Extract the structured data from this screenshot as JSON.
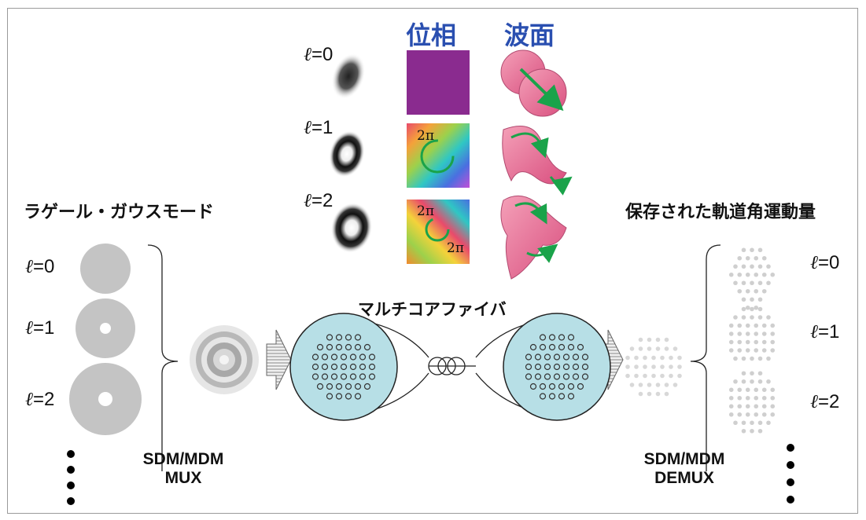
{
  "headers": {
    "phase": "位相",
    "wavefront": "波面"
  },
  "labels": {
    "laguerre_gauss": "ラゲール・ガウスモード",
    "conserved_oam": "保存された軌道角運動量",
    "multicore_fiber": "マルチコアファイバ",
    "mux_line1": "SDM/MDM",
    "mux_line2": "MUX",
    "demux_line1": "SDM/MDM",
    "demux_line2": "DEMUX",
    "two_pi": "2π"
  },
  "top_rows": [
    {
      "ell": "ℓ",
      "value": "=0"
    },
    {
      "ell": "ℓ",
      "value": "=1"
    },
    {
      "ell": "ℓ",
      "value": "=2"
    }
  ],
  "left_modes": [
    {
      "ell": "ℓ",
      "value": "=0"
    },
    {
      "ell": "ℓ",
      "value": "=1"
    },
    {
      "ell": "ℓ",
      "value": "=2"
    }
  ],
  "right_modes": [
    {
      "ell": "ℓ",
      "value": "=0"
    },
    {
      "ell": "ℓ",
      "value": "=1"
    },
    {
      "ell": "ℓ",
      "value": "=2"
    }
  ],
  "colors": {
    "header_blue": "#2a4fb0",
    "fiber_fill": "#b7dfe6",
    "mode_gray": "#c4c4c4",
    "phase_purple": "#8a2b8f",
    "wave_pink": "#e8769a",
    "arrow_green": "#1aa34a"
  }
}
